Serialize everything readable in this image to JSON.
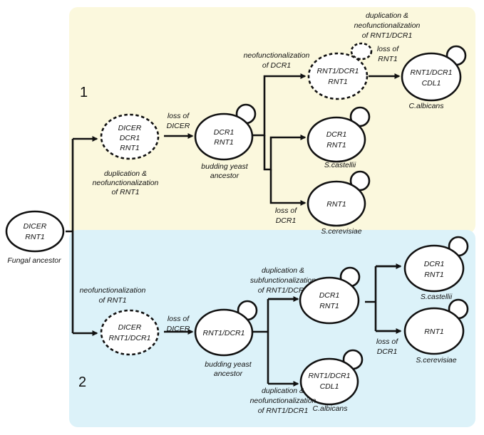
{
  "panels": {
    "top_number": "1",
    "bottom_number": "2"
  },
  "nodes": {
    "fungal": {
      "line1": "DICER",
      "line2": "RNT1",
      "caption": "Fungal ancestor"
    },
    "top_dicer": {
      "line1": "DICER",
      "line2": "DCR1",
      "line3": "RNT1"
    },
    "top_budding": {
      "line1": "DCR1",
      "line2": "RNT1",
      "caption1": "budding yeast",
      "caption2": "ancestor"
    },
    "top_dup": {
      "line1": "RNT1/DCR1",
      "line2": "RNT1"
    },
    "top_calb": {
      "line1": "RNT1/DCR1",
      "line2": "CDL1",
      "caption": "C.albicans"
    },
    "top_scast": {
      "line1": "DCR1",
      "line2": "RNT1",
      "caption": "S.castellii"
    },
    "top_scer": {
      "line1": "RNT1",
      "caption": "S.cerevisiae"
    },
    "bot_dicer": {
      "line1": "DICER",
      "line2": "RNT1/DCR1"
    },
    "bot_budding": {
      "line1": "RNT1/DCR1",
      "caption1": "budding yeast",
      "caption2": "ancestor"
    },
    "bot_mid": {
      "line1": "DCR1",
      "line2": "RNT1"
    },
    "bot_calb": {
      "line1": "RNT1/DCR1",
      "line2": "CDL1",
      "caption": "C.albicans"
    },
    "bot_scast": {
      "line1": "DCR1",
      "line2": "RNT1",
      "caption": "S.castellii"
    },
    "bot_scer": {
      "line1": "RNT1",
      "caption": "S.cerevisiae"
    }
  },
  "events": {
    "top_dup_neo": [
      "duplication &",
      "neofunctionalization",
      "of RNT1"
    ],
    "top_loss_dicer": [
      "loss of",
      "DICER"
    ],
    "top_neo_dcr1": [
      "neofunctionalization",
      "of DCR1"
    ],
    "top_dup_neo_rd": [
      "duplication &",
      "neofunctionalization",
      "of RNT1/DCR1"
    ],
    "top_loss_rnt1": [
      "loss of",
      "RNT1"
    ],
    "top_loss_dcr1": [
      "loss of",
      "DCR1"
    ],
    "bot_neo_rnt1": [
      "neofunctionalization",
      "of RNT1"
    ],
    "bot_loss_dicer": [
      "loss of",
      "DICER"
    ],
    "bot_dup_sub": [
      "duplication &",
      "subfunctionalization",
      "of RNT1/DCR1"
    ],
    "bot_dup_neo": [
      "duplication &",
      "neofunctionalization",
      "of RNT1/DCR1"
    ],
    "bot_loss_dcr1": [
      "loss of",
      "DCR1"
    ]
  },
  "colors": {
    "top_panel": "#fbf8dd",
    "bottom_panel": "#dcf2f9",
    "ink": "#111111"
  }
}
